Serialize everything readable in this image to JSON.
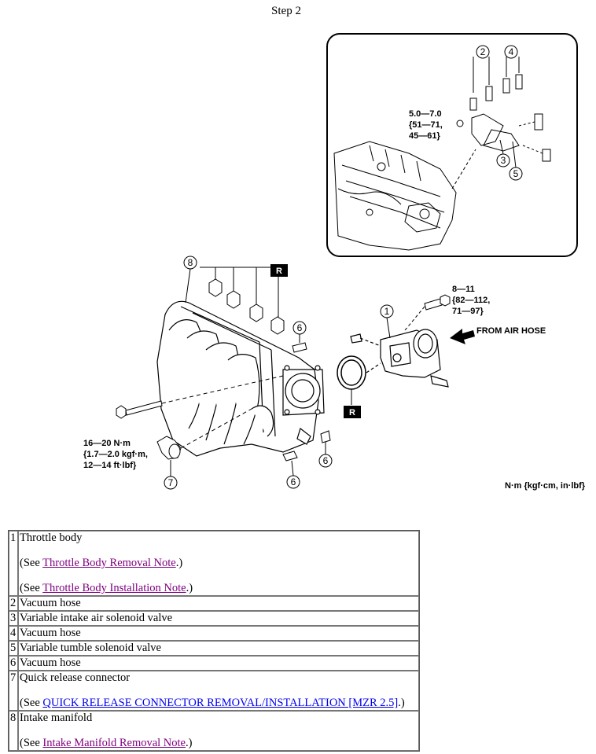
{
  "header": {
    "step_title": "Step 2"
  },
  "diagram": {
    "callouts": [
      "1",
      "2",
      "3",
      "4",
      "5",
      "6",
      "7",
      "8"
    ],
    "badge_letter": "R",
    "torque_upper": [
      "5.0—7.0",
      "{51—71,",
      "45—61}"
    ],
    "torque_right": [
      "8—11",
      "{82—112,",
      "71—97}"
    ],
    "torque_left": [
      "16—20 N·m",
      "{1.7—2.0 kgf·m,",
      "12—14 ft·lbf}"
    ],
    "air_hose_label": "FROM AIR HOSE",
    "units_note": "N·m {kgf·cm, in·lbf}"
  },
  "parts": [
    {
      "num": "1",
      "name": "Throttle body",
      "refs": [
        {
          "pre": "(See ",
          "link": "Throttle Body Removal Note",
          "post": ".)",
          "state": "visited"
        },
        {
          "pre": "(See ",
          "link": "Throttle Body Installation Note",
          "post": ".)",
          "state": "visited"
        }
      ]
    },
    {
      "num": "2",
      "name": "Vacuum hose",
      "refs": []
    },
    {
      "num": "3",
      "name": "Variable intake air solenoid valve",
      "refs": []
    },
    {
      "num": "4",
      "name": "Vacuum hose",
      "refs": []
    },
    {
      "num": "5",
      "name": "Variable tumble solenoid valve",
      "refs": []
    },
    {
      "num": "6",
      "name": "Vacuum hose",
      "refs": []
    },
    {
      "num": "7",
      "name": "Quick release connector",
      "refs": [
        {
          "pre": "(See ",
          "link": "QUICK RELEASE CONNECTOR REMOVAL/INSTALLATION [MZR 2.5]",
          "post": ".)",
          "state": "link"
        }
      ]
    },
    {
      "num": "8",
      "name": "Intake manifold",
      "refs": [
        {
          "pre": "(See ",
          "link": "Intake Manifold Removal Note",
          "post": ".)",
          "state": "visited"
        }
      ]
    }
  ]
}
